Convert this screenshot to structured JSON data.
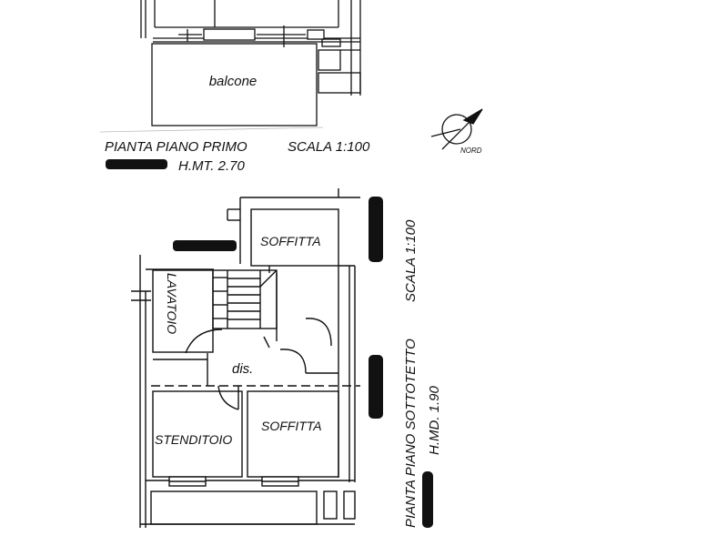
{
  "first_floor": {
    "room_balcone": "balcone",
    "title": "PIANTA PIANO PRIMO",
    "scale": "SCALA 1:100",
    "height": "H.MT. 2.70"
  },
  "north_arrow": {
    "label": "NORD",
    "icon": "compass-icon"
  },
  "attic_floor": {
    "room_soffitta_top": "SOFFITTA",
    "room_lavatoio": "LAVATOIO",
    "room_dis": "dis.",
    "room_soffitta_bottom": "SOFFITTA",
    "room_stenditoio": "STENDITOIO",
    "scale": "SCALA 1:100",
    "title": "PIANTA PIANO SOTTOTETTO",
    "height": "H.MD. 1.90"
  }
}
